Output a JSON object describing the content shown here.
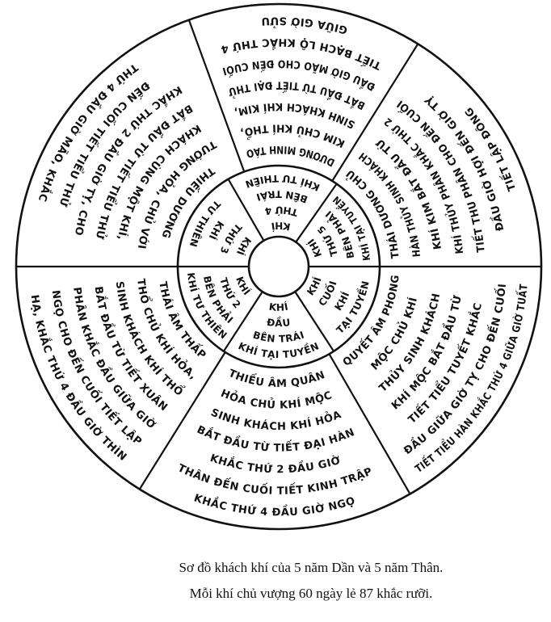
{
  "colors": {
    "ink": "#111111",
    "paper": "#ffffff"
  },
  "outer_segments": [
    {
      "id": "top",
      "lines": [
        "DƯƠNG MINH TÁO",
        "KIM CHỦ KHÍ THỔ,",
        "SINH KHÁCH KHÍ KIM,",
        "BẮT ĐẦU TỪ TIẾT ĐẠI THỬ",
        "ĐẦU GIỜ MÃO CHO ĐẾN CUỐI",
        "TIẾT BẠCH LỘ KHẮC THỨ 4",
        "GIỮA GIỜ SỬU"
      ]
    },
    {
      "id": "top-right",
      "lines": [
        "THÁI DƯƠNG CHỦ",
        "HÀN THỦY SINH KHÁCH",
        "KHÍ KIM BẮT ĐẦU TỪ",
        "KHÍ THỦY PHÂN KHẮC THỨ 2",
        "TIẾT THU PHÂN CHO ĐẾN CUỐI",
        "ĐẦU GIỜ HỢI ĐẾN GIỜ TỴ",
        "TIẾT LẬP ĐÔNG"
      ]
    },
    {
      "id": "bottom-right",
      "lines": [
        "QUYẾT ÂM PHONG",
        "MỘC CHỦ KHÍ",
        "THỦY SINH KHÁCH",
        "KHÍ MỘC BẮT ĐẦU TỪ",
        "TIẾT TIỂU TUYẾT KHẮC",
        "ĐẦU GIỮA GIỜ TỴ CHO ĐẾN CUỐI",
        "TIẾT TIỂU HÀN KHẮC THỨ 4 GIỮA GIỜ TUẤT"
      ]
    },
    {
      "id": "bottom",
      "lines": [
        "THIẾU ÂM QUÂN",
        "HỎA CHỦ KHÍ MỘC",
        "SINH KHÁCH KHÍ HỎA",
        "BẮT ĐẦU TỪ TIẾT ĐẠI HÀN",
        "KHẮC THỨ 2 ĐẦU GIỜ",
        "THÂN ĐẾN CUỐI TIẾT KINH TRẬP",
        "KHẮC THỨ 4 ĐẦU GIỜ NGỌ"
      ]
    },
    {
      "id": "bottom-left",
      "lines": [
        "THÁI ÂM THẤP",
        "THỔ CHỦ KHÍ HỎA,",
        "SINH KHÁCH KHÍ THỔ",
        "BẮT ĐẦU TỪ TIẾT XUÂN",
        "PHÂN KHẮC ĐẦU GIỮA GIỜ",
        "NGỌ CHO ĐẾN CUỐI TIẾT LẬP",
        "HẠ, KHẮC THỨ 4 ĐẦU GIỜ THÌN"
      ]
    },
    {
      "id": "top-left",
      "lines": [
        "THIẾU DƯƠNG",
        "TƯỚNG HỎA, CHỦ VỚI",
        "KHÁCH CÙNG MỘT KHÍ,",
        "BẮT ĐẦU TỪ TIẾT TIỂU THỬ",
        "KHẮC THỨ 2 ĐẦU GIỜ TỴ, CHO",
        "ĐẾN CUỐI TIẾT TIỂU THỬ",
        "THỨ 4 ĐẦU GIỜ MÃO, KHẮC"
      ]
    }
  ],
  "inner_segments": [
    {
      "id": "inner-top",
      "lines": [
        "KHÍ",
        "THỨ 4",
        "BÊN TRÁI",
        "KHÍ TƯ THIÊN"
      ]
    },
    {
      "id": "inner-top-right",
      "lines": [
        "KHÍ",
        "THỨ 5",
        "BÊN PHẢI",
        "KHÍ TẠI TUYỀN"
      ]
    },
    {
      "id": "inner-bottom-right",
      "lines": [
        "KHÍ",
        "CUỐI",
        "KHÍ",
        "TẠI TUYỀN"
      ]
    },
    {
      "id": "inner-bottom",
      "lines": [
        "KHÍ",
        "ĐẦU",
        "BÊN TRÁI",
        "KHÍ TẠI TUYỀN"
      ]
    },
    {
      "id": "inner-bottom-left",
      "lines": [
        "KHÍ",
        "THỨ 2",
        "BÊN PHẢI",
        "KHÍ TƯ THIÊN"
      ]
    },
    {
      "id": "inner-top-left",
      "lines": [
        "KHÍ",
        "THỨ 3",
        "KHÍ",
        "TƯ THIÊN"
      ]
    }
  ],
  "caption": {
    "line1": "Sơ đồ khách khí của 5 năm Dần và 5 năm Thân.",
    "line2": "Mỗi khí chủ vượng 60 ngày lẻ 87 khắc rưỡi."
  }
}
